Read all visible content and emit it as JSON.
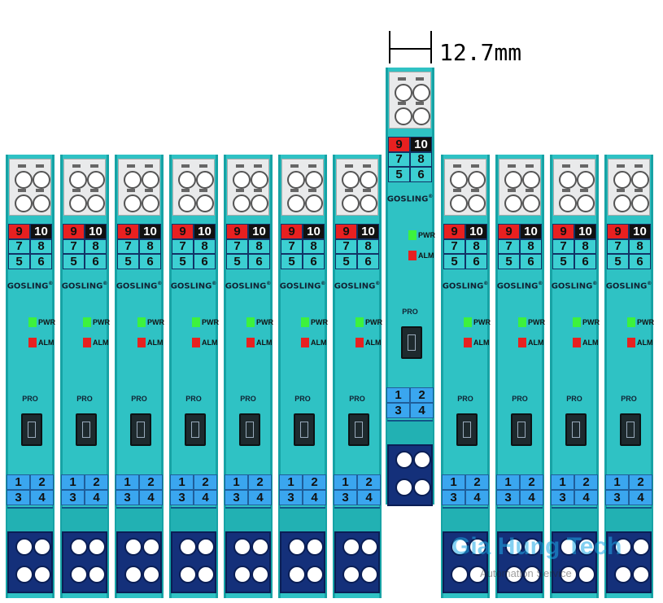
{
  "brand": "GOSLING",
  "registered_mark": "®",
  "led_labels": {
    "power": "PWR",
    "alarm": "ALM"
  },
  "port_label": "PRO",
  "top_terminal_numbers": [
    "9",
    "10",
    "7",
    "8",
    "5",
    "6"
  ],
  "bottom_terminal_numbers": [
    "1",
    "2",
    "3",
    "4"
  ],
  "module_count": 12,
  "raised_module_index": 7,
  "dimension_label": "12.7mm",
  "watermark": {
    "title": "Gia Hung Tech",
    "subtitle": "Automation Service"
  },
  "colors": {
    "body": "#2fc2c4",
    "led_power": "#3df23d",
    "led_alarm": "#e82020",
    "terminal_9": "#e82020",
    "terminal_10": "#111111",
    "bottom_terminal": "#14307a"
  }
}
